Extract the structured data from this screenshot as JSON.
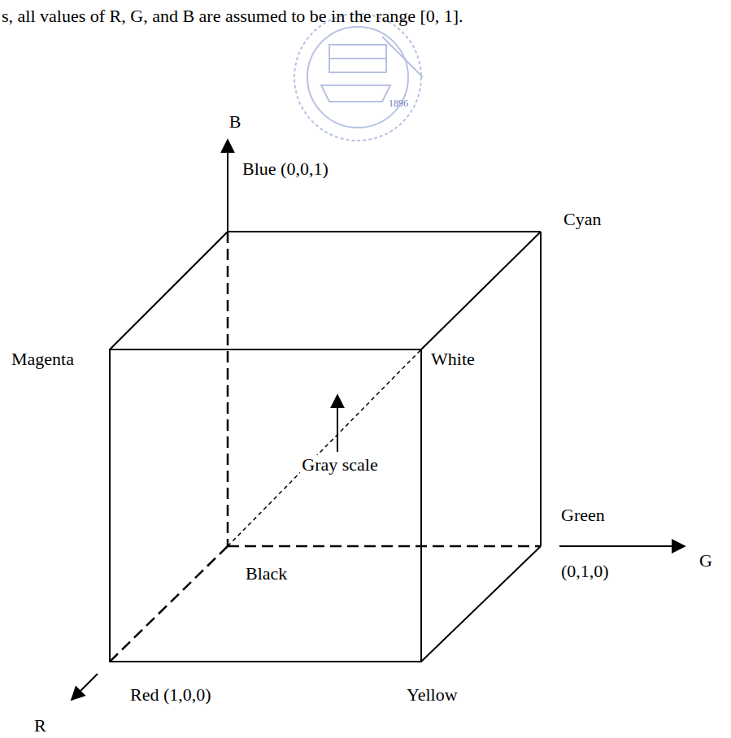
{
  "diagram": {
    "labels": [
      "s, all values of R, G, and B are assumed to be in the range [0, 1].",
      "1896",
      "B",
      "Blue (0,0,1)",
      "Cyan",
      "Magenta",
      "White",
      "Gray scale",
      "Green",
      "G",
      "Black",
      "(0,1,0)",
      "Red (1,0,0)",
      "Yellow",
      "R"
    ]
  }
}
